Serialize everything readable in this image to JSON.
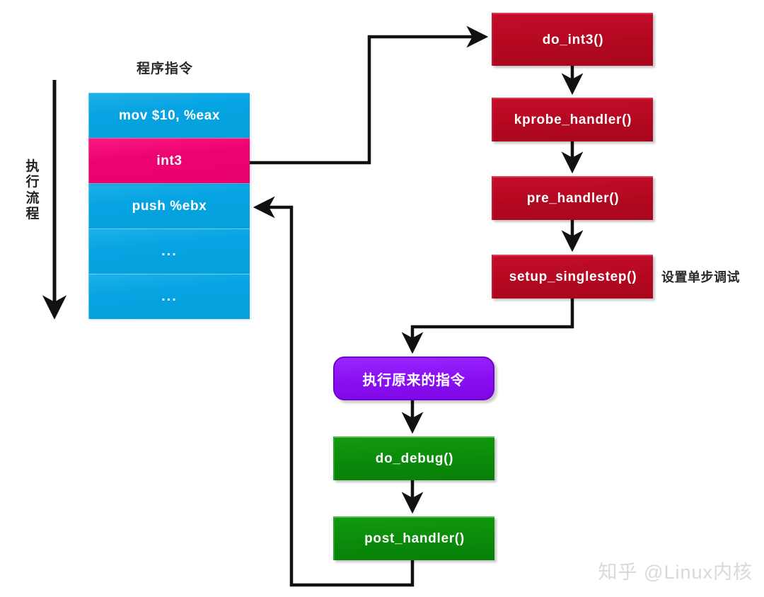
{
  "diagram": {
    "title_program_instructions": "程序指令",
    "flow_axis_label_chars": [
      "执",
      "行",
      "流",
      "程"
    ],
    "annotation_singlestep": "设置单步调试",
    "watermark": "知乎 @Linux内核",
    "colors": {
      "blue": "#06a4e2",
      "pink": "#ee0271",
      "red": "#b30820",
      "green": "#0a8a0a",
      "purple": "#8a10f2",
      "connector": "#111111",
      "background": "#ffffff",
      "watermark": "#d9d9d9"
    }
  },
  "instruction_stack": {
    "rows": [
      {
        "text": "mov $10, %eax",
        "color": "blue"
      },
      {
        "text": "int3",
        "color": "pink"
      },
      {
        "text": "push %ebx",
        "color": "blue"
      },
      {
        "text": "...",
        "color": "blue"
      },
      {
        "text": "...",
        "color": "blue"
      }
    ]
  },
  "nodes": {
    "do_int3": "do_int3()",
    "kprobe_handler": "kprobe_handler()",
    "pre_handler": "pre_handler()",
    "setup_singlestep": "setup_singlestep()",
    "exec_original": "执行原来的指令",
    "do_debug": "do_debug()",
    "post_handler": "post_handler()"
  }
}
